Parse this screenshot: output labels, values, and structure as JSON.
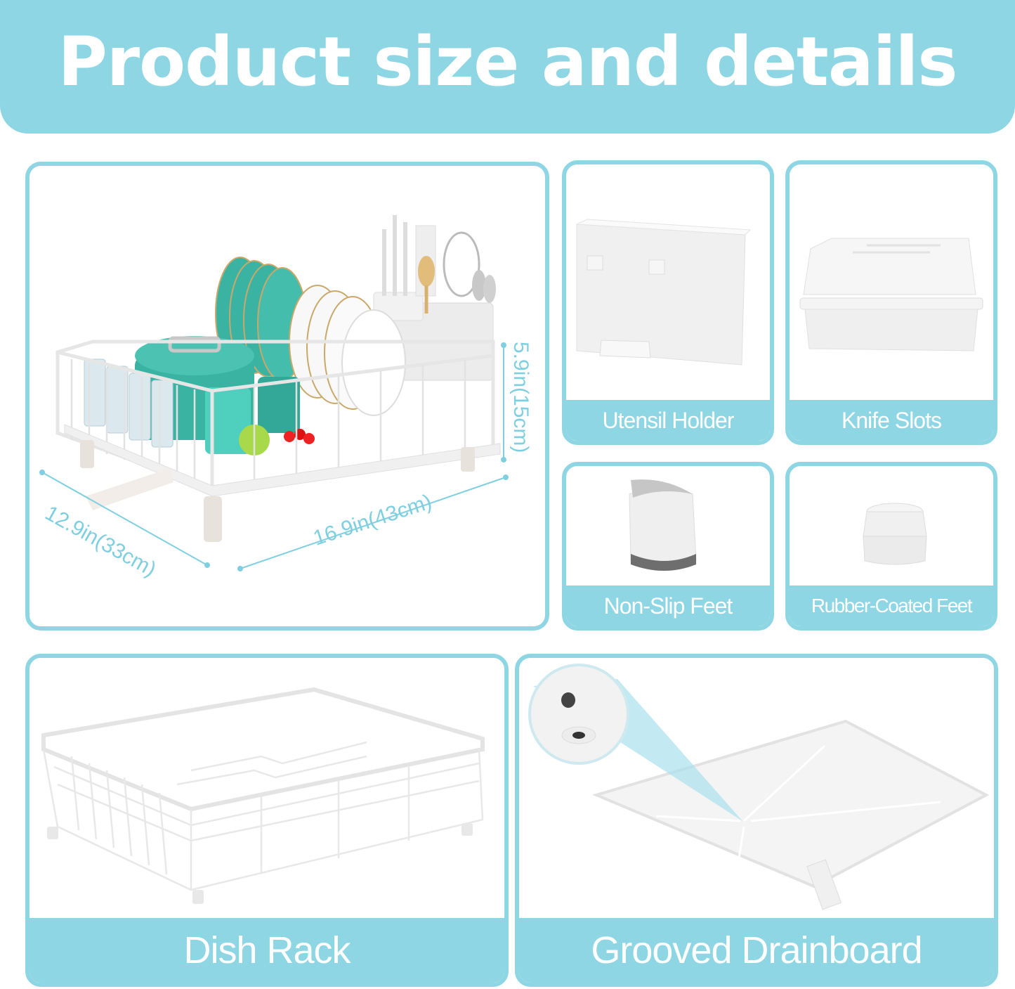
{
  "header": {
    "title": "Product size and details"
  },
  "colors": {
    "accent": "#8fd6e4",
    "background": "#ffffff",
    "label_text": "#ffffff",
    "dimension_line": "#7fcfe0",
    "teal_dishware": "#3bb3a3"
  },
  "main_card": {
    "image": "dish-rack-assembled-with-dishes",
    "dimensions": {
      "depth": "12.9in(33cm)",
      "width": "16.9in(43cm)",
      "height": "5.9in(15cm)"
    }
  },
  "tiles": [
    {
      "label": "Utensil Holder",
      "icon": "utensil-holder-icon"
    },
    {
      "label": "Knife Slots",
      "icon": "knife-block-icon"
    },
    {
      "label": "Non-Slip Feet",
      "icon": "non-slip-foot-icon"
    },
    {
      "label": "Rubber-Coated Feet",
      "icon": "rubber-foot-icon"
    }
  ],
  "bottom_cards": [
    {
      "label": "Dish Rack",
      "icon": "wire-basket-icon"
    },
    {
      "label": "Grooved Drainboard",
      "icon": "drainboard-icon"
    }
  ]
}
